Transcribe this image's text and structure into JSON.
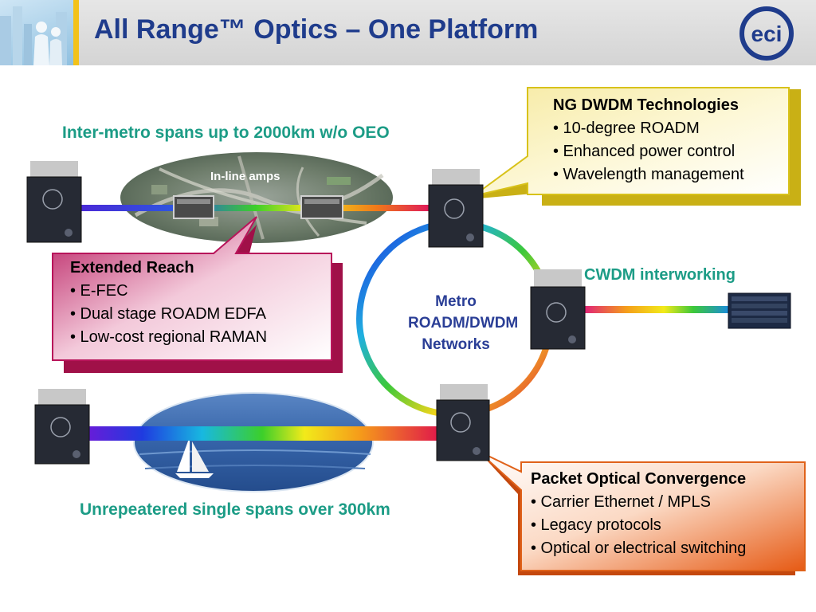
{
  "header": {
    "title": "All Range™ Optics – One Platform",
    "logo_text": "eci"
  },
  "labels": {
    "inter_metro": "Inter-metro spans up to 2000km w/o OEO",
    "inline_amps": "In-line amps",
    "metro": [
      "Metro",
      "ROADM/DWDM",
      "Networks"
    ],
    "cwdm": "CWDM interworking",
    "unrepeatered": "Unrepeatered single spans over 300km"
  },
  "callouts": {
    "ng_dwdm": {
      "title": "NG DWDM Technologies",
      "items": [
        "• 10-degree ROADM",
        "• Enhanced power control",
        "• Wavelength management"
      ]
    },
    "extended_reach": {
      "title": "Extended Reach",
      "items": [
        "• E-FEC",
        "• Dual stage ROADM EDFA",
        "• Low-cost regional RAMAN"
      ]
    },
    "packet_optical": {
      "title": "Packet Optical Convergence",
      "items": [
        "• Carrier Ethernet / MPLS",
        "• Legacy protocols",
        "• Optical or electrical switching"
      ]
    }
  },
  "colors": {
    "title": "#1f3c8c",
    "teal": "#1c9c86",
    "metro": "#2a3e96",
    "ng_callout": "#d8c21a",
    "reach_callout": "#b8145a",
    "packet_callout": "#e0621a"
  }
}
